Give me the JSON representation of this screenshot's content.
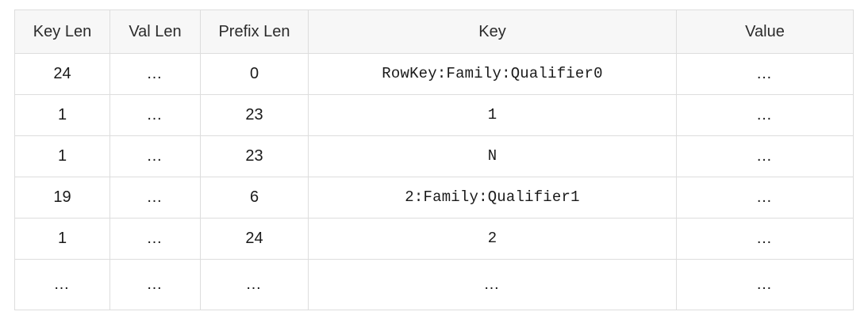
{
  "table": {
    "columns": [
      {
        "key": "key_len",
        "label": "Key Len",
        "align": "center",
        "mono": false
      },
      {
        "key": "val_len",
        "label": "Val Len",
        "align": "center",
        "mono": false
      },
      {
        "key": "prefix_len",
        "label": "Prefix Len",
        "align": "center",
        "mono": false
      },
      {
        "key": "key",
        "label": "Key",
        "align": "center",
        "mono": true
      },
      {
        "key": "value",
        "label": "Value",
        "align": "center",
        "mono": false
      }
    ],
    "headers": {
      "key_len": "Key Len",
      "val_len": "Val Len",
      "prefix_len": "Prefix Len",
      "key": "Key",
      "value": "Value"
    },
    "rows": [
      {
        "key_len": "24",
        "val_len": "…",
        "prefix_len": "0",
        "key": "RowKey:Family:Qualifier0",
        "value": "…"
      },
      {
        "key_len": "1",
        "val_len": "…",
        "prefix_len": "23",
        "key": "1",
        "value": "…"
      },
      {
        "key_len": "1",
        "val_len": "…",
        "prefix_len": "23",
        "key": "N",
        "value": "…"
      },
      {
        "key_len": "19",
        "val_len": "…",
        "prefix_len": "6",
        "key": "2:Family:Qualifier1",
        "value": "…"
      },
      {
        "key_len": "1",
        "val_len": "…",
        "prefix_len": "24",
        "key": "2",
        "value": "…"
      },
      {
        "key_len": "…",
        "val_len": "…",
        "prefix_len": "…",
        "key": "…",
        "value": "…"
      }
    ],
    "colors": {
      "header_background": "#f7f7f7",
      "border": "#dddddd",
      "row_background": "#ffffff",
      "text": "#1a1a1a"
    }
  }
}
